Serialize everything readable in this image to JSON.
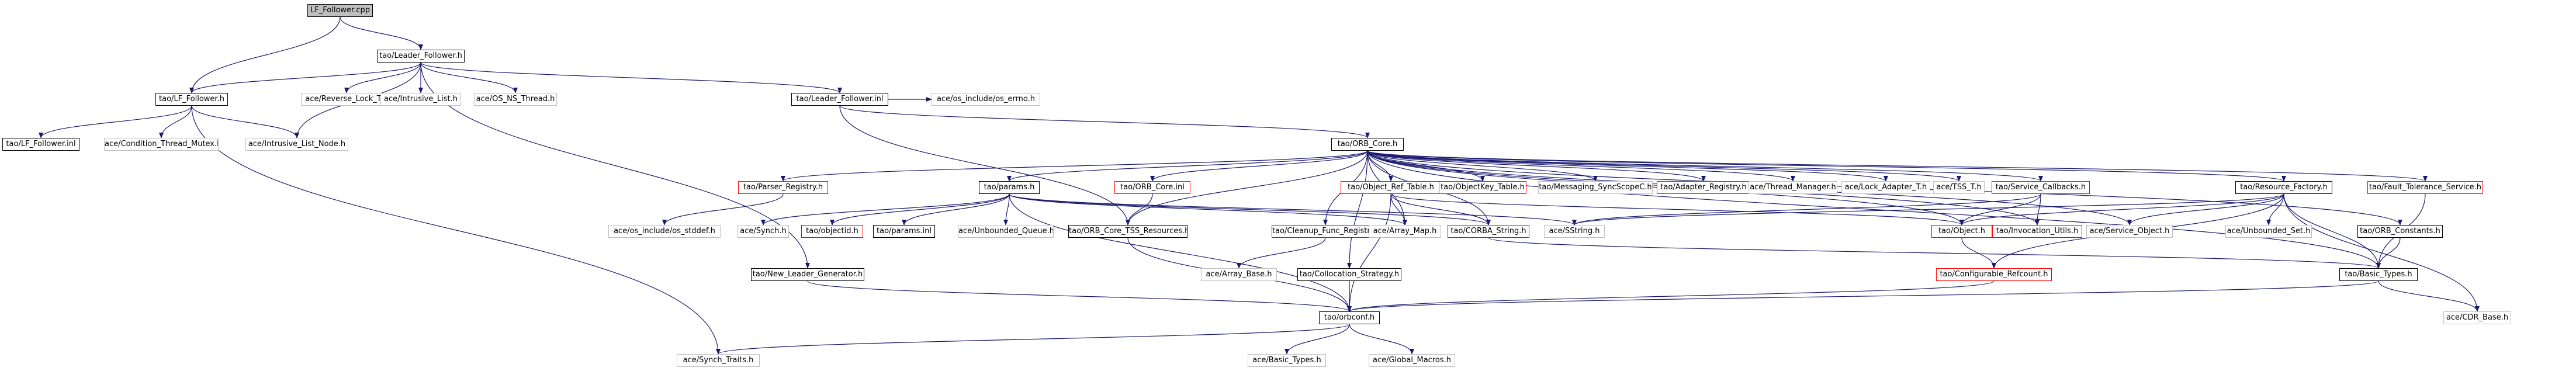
{
  "graph": {
    "colors": {
      "edge": "#191970",
      "documented_border": "#000000",
      "undocumented_border": "#ff0000",
      "external_border": "#bfbfbf",
      "root_fill": "#bfbfbf"
    },
    "nodes": [
      {
        "id": "lf_follower_cpp",
        "label": "LF_Follower.cpp",
        "kind": "root"
      },
      {
        "id": "tao_leader_follower_h",
        "label": "tao/Leader_Follower.h",
        "kind": "black"
      },
      {
        "id": "tao_lf_follower_h",
        "label": "tao/LF_Follower.h",
        "kind": "black"
      },
      {
        "id": "ace_reverse_lock_t_h",
        "label": "ace/Reverse_Lock_T.h",
        "kind": "gray"
      },
      {
        "id": "ace_intrusive_list_h",
        "label": "ace/Intrusive_List.h",
        "kind": "gray"
      },
      {
        "id": "ace_os_ns_thread_h",
        "label": "ace/OS_NS_Thread.h",
        "kind": "gray"
      },
      {
        "id": "tao_leader_follower_inl",
        "label": "tao/Leader_Follower.inl",
        "kind": "black"
      },
      {
        "id": "ace_os_include_os_errno_h",
        "label": "ace/os_include/os_errno.h",
        "kind": "gray"
      },
      {
        "id": "tao_lf_follower_inl",
        "label": "tao/LF_Follower.inl",
        "kind": "black"
      },
      {
        "id": "ace_condition_thread_mutex_h",
        "label": "ace/Condition_Thread_Mutex.h",
        "kind": "gray"
      },
      {
        "id": "ace_intrusive_list_node_h",
        "label": "ace/Intrusive_List_Node.h",
        "kind": "gray"
      },
      {
        "id": "tao_orb_core_h",
        "label": "tao/ORB_Core.h",
        "kind": "black"
      },
      {
        "id": "tao_parser_registry_h",
        "label": "tao/Parser_Registry.h",
        "kind": "red"
      },
      {
        "id": "tao_params_h",
        "label": "tao/params.h",
        "kind": "black"
      },
      {
        "id": "tao_orb_core_inl",
        "label": "tao/ORB_Core.inl",
        "kind": "red"
      },
      {
        "id": "tao_object_ref_table_h",
        "label": "tao/Object_Ref_Table.h",
        "kind": "red"
      },
      {
        "id": "tao_objectkey_table_h",
        "label": "tao/ObjectKey_Table.h",
        "kind": "red"
      },
      {
        "id": "tao_messaging_syncscopec_h",
        "label": "tao/Messaging_SyncScopeC.h",
        "kind": "gray"
      },
      {
        "id": "tao_adapter_registry_h",
        "label": "tao/Adapter_Registry.h",
        "kind": "red"
      },
      {
        "id": "ace_thread_manager_h",
        "label": "ace/Thread_Manager.h",
        "kind": "gray"
      },
      {
        "id": "ace_lock_adapter_t_h",
        "label": "ace/Lock_Adapter_T.h",
        "kind": "gray"
      },
      {
        "id": "ace_tss_t_h",
        "label": "ace/TSS_T.h",
        "kind": "gray"
      },
      {
        "id": "tao_service_callbacks_h",
        "label": "tao/Service_Callbacks.h",
        "kind": "red"
      },
      {
        "id": "tao_resource_factory_h",
        "label": "tao/Resource_Factory.h",
        "kind": "black"
      },
      {
        "id": "tao_fault_tolerance_service_h",
        "label": "tao/Fault_Tolerance_Service.h",
        "kind": "red"
      },
      {
        "id": "ace_os_include_os_stddef_h",
        "label": "ace/os_include/os_stddef.h",
        "kind": "gray"
      },
      {
        "id": "ace_synch_h",
        "label": "ace/Synch.h",
        "kind": "gray"
      },
      {
        "id": "tao_objectid_h",
        "label": "tao/objectid.h",
        "kind": "red"
      },
      {
        "id": "tao_params_inl",
        "label": "tao/params.inl",
        "kind": "black"
      },
      {
        "id": "ace_unbounded_queue_h",
        "label": "ace/Unbounded_Queue.h",
        "kind": "gray"
      },
      {
        "id": "tao_orb_core_tss_resources_h",
        "label": "tao/ORB_Core_TSS_Resources.h",
        "kind": "black"
      },
      {
        "id": "tao_cleanup_func_registry_h",
        "label": "tao/Cleanup_Func_Registry.h",
        "kind": "red"
      },
      {
        "id": "ace_array_map_h",
        "label": "ace/Array_Map.h",
        "kind": "gray"
      },
      {
        "id": "tao_corba_string_h",
        "label": "tao/CORBA_String.h",
        "kind": "red"
      },
      {
        "id": "ace_sstring_h",
        "label": "ace/SString.h",
        "kind": "gray"
      },
      {
        "id": "tao_object_h",
        "label": "tao/Object.h",
        "kind": "red"
      },
      {
        "id": "tao_invocation_utils_h",
        "label": "tao/Invocation_Utils.h",
        "kind": "red"
      },
      {
        "id": "ace_service_object_h",
        "label": "ace/Service_Object.h",
        "kind": "gray"
      },
      {
        "id": "ace_unbounded_set_h",
        "label": "ace/Unbounded_Set.h",
        "kind": "gray"
      },
      {
        "id": "tao_orb_constants_h",
        "label": "tao/ORB_Constants.h",
        "kind": "black"
      },
      {
        "id": "tao_new_leader_generator_h",
        "label": "tao/New_Leader_Generator.h",
        "kind": "black"
      },
      {
        "id": "ace_array_base_h",
        "label": "ace/Array_Base.h",
        "kind": "gray"
      },
      {
        "id": "tao_collocation_strategy_h",
        "label": "tao/Collocation_Strategy.h",
        "kind": "black"
      },
      {
        "id": "tao_configurable_refcount_h",
        "label": "tao/Configurable_Refcount.h",
        "kind": "red"
      },
      {
        "id": "tao_basic_types_h",
        "label": "tao/Basic_Types.h",
        "kind": "black"
      },
      {
        "id": "tao_orbconf_h",
        "label": "tao/orbconf.h",
        "kind": "black"
      },
      {
        "id": "ace_cdr_base_h",
        "label": "ace/CDR_Base.h",
        "kind": "gray"
      },
      {
        "id": "ace_synch_traits_h",
        "label": "ace/Synch_Traits.h",
        "kind": "gray"
      },
      {
        "id": "ace_basic_types_h",
        "label": "ace/Basic_Types.h",
        "kind": "gray"
      },
      {
        "id": "ace_global_macros_h",
        "label": "ace/Global_Macros.h",
        "kind": "gray"
      }
    ],
    "edges": [
      [
        "lf_follower_cpp",
        "tao_leader_follower_h"
      ],
      [
        "lf_follower_cpp",
        "tao_lf_follower_h"
      ],
      [
        "tao_leader_follower_h",
        "tao_lf_follower_h"
      ],
      [
        "tao_leader_follower_h",
        "ace_reverse_lock_t_h"
      ],
      [
        "tao_leader_follower_h",
        "ace_intrusive_list_h"
      ],
      [
        "tao_leader_follower_h",
        "ace_os_ns_thread_h"
      ],
      [
        "tao_leader_follower_h",
        "tao_leader_follower_inl"
      ],
      [
        "tao_leader_follower_h",
        "ace_intrusive_list_node_h"
      ],
      [
        "tao_leader_follower_h",
        "tao_new_leader_generator_h"
      ],
      [
        "tao_lf_follower_h",
        "tao_lf_follower_inl"
      ],
      [
        "tao_lf_follower_h",
        "ace_condition_thread_mutex_h"
      ],
      [
        "tao_lf_follower_h",
        "ace_intrusive_list_node_h"
      ],
      [
        "tao_lf_follower_h",
        "ace_synch_traits_h"
      ],
      [
        "tao_leader_follower_inl",
        "tao_orb_core_h"
      ],
      [
        "tao_leader_follower_inl",
        "ace_os_include_os_errno_h"
      ],
      [
        "tao_leader_follower_inl",
        "tao_orb_core_tss_resources_h"
      ],
      [
        "tao_orb_core_h",
        "tao_parser_registry_h"
      ],
      [
        "tao_orb_core_h",
        "tao_params_h"
      ],
      [
        "tao_orb_core_h",
        "tao_orb_core_inl"
      ],
      [
        "tao_orb_core_h",
        "tao_object_ref_table_h"
      ],
      [
        "tao_orb_core_h",
        "tao_objectkey_table_h"
      ],
      [
        "tao_orb_core_h",
        "tao_messaging_syncscopec_h"
      ],
      [
        "tao_orb_core_h",
        "tao_adapter_registry_h"
      ],
      [
        "tao_orb_core_h",
        "ace_thread_manager_h"
      ],
      [
        "tao_orb_core_h",
        "ace_lock_adapter_t_h"
      ],
      [
        "tao_orb_core_h",
        "ace_tss_t_h"
      ],
      [
        "tao_orb_core_h",
        "tao_service_callbacks_h"
      ],
      [
        "tao_orb_core_h",
        "tao_resource_factory_h"
      ],
      [
        "tao_orb_core_h",
        "tao_fault_tolerance_service_h"
      ],
      [
        "tao_orb_core_h",
        "tao_orb_core_tss_resources_h"
      ],
      [
        "tao_orb_core_h",
        "tao_cleanup_func_registry_h"
      ],
      [
        "tao_orb_core_h",
        "ace_array_map_h"
      ],
      [
        "tao_orb_core_h",
        "tao_corba_string_h"
      ],
      [
        "tao_orb_core_h",
        "tao_object_h"
      ],
      [
        "tao_orb_core_h",
        "tao_invocation_utils_h"
      ],
      [
        "tao_orb_core_h",
        "ace_service_object_h"
      ],
      [
        "tao_orb_core_h",
        "tao_collocation_strategy_h"
      ],
      [
        "tao_orb_core_h",
        "tao_orb_constants_h"
      ],
      [
        "tao_orb_core_h",
        "tao_basic_types_h"
      ],
      [
        "tao_parser_registry_h",
        "ace_os_include_os_stddef_h"
      ],
      [
        "tao_params_h",
        "ace_synch_h"
      ],
      [
        "tao_params_h",
        "tao_objectid_h"
      ],
      [
        "tao_params_h",
        "tao_params_inl"
      ],
      [
        "tao_params_h",
        "ace_unbounded_queue_h"
      ],
      [
        "tao_params_h",
        "ace_array_map_h"
      ],
      [
        "tao_params_h",
        "tao_corba_string_h"
      ],
      [
        "tao_params_h",
        "ace_sstring_h"
      ],
      [
        "tao_params_h",
        "tao_orbconf_h"
      ],
      [
        "tao_orb_core_inl",
        "tao_orb_core_tss_resources_h"
      ],
      [
        "tao_object_ref_table_h",
        "ace_array_map_h"
      ],
      [
        "tao_object_ref_table_h",
        "tao_corba_string_h"
      ],
      [
        "tao_object_ref_table_h",
        "tao_object_h"
      ],
      [
        "tao_object_ref_table_h",
        "tao_orbconf_h"
      ],
      [
        "tao_service_callbacks_h",
        "tao_object_h"
      ],
      [
        "tao_service_callbacks_h",
        "tao_invocation_utils_h"
      ],
      [
        "tao_service_callbacks_h",
        "ace_sstring_h"
      ],
      [
        "tao_resource_factory_h",
        "tao_object_h"
      ],
      [
        "tao_resource_factory_h",
        "ace_service_object_h"
      ],
      [
        "tao_resource_factory_h",
        "ace_unbounded_set_h"
      ],
      [
        "tao_resource_factory_h",
        "tao_basic_types_h"
      ],
      [
        "tao_resource_factory_h",
        "tao_configurable_refcount_h"
      ],
      [
        "tao_resource_factory_h",
        "ace_sstring_h"
      ],
      [
        "tao_resource_factory_h",
        "ace_cdr_base_h"
      ],
      [
        "tao_fault_tolerance_service_h",
        "tao_basic_types_h"
      ],
      [
        "tao_orb_core_tss_resources_h",
        "tao_orbconf_h"
      ],
      [
        "tao_cleanup_func_registry_h",
        "ace_array_base_h"
      ],
      [
        "tao_corba_string_h",
        "tao_basic_types_h"
      ],
      [
        "tao_object_h",
        "tao_configurable_refcount_h"
      ],
      [
        "tao_orb_constants_h",
        "tao_basic_types_h"
      ],
      [
        "tao_new_leader_generator_h",
        "tao_orbconf_h"
      ],
      [
        "tao_collocation_strategy_h",
        "tao_orbconf_h"
      ],
      [
        "tao_configurable_refcount_h",
        "tao_orbconf_h"
      ],
      [
        "tao_basic_types_h",
        "tao_orbconf_h"
      ],
      [
        "tao_basic_types_h",
        "ace_cdr_base_h"
      ],
      [
        "tao_orbconf_h",
        "ace_synch_traits_h"
      ],
      [
        "tao_orbconf_h",
        "ace_basic_types_h"
      ],
      [
        "tao_orbconf_h",
        "ace_global_macros_h"
      ]
    ]
  }
}
